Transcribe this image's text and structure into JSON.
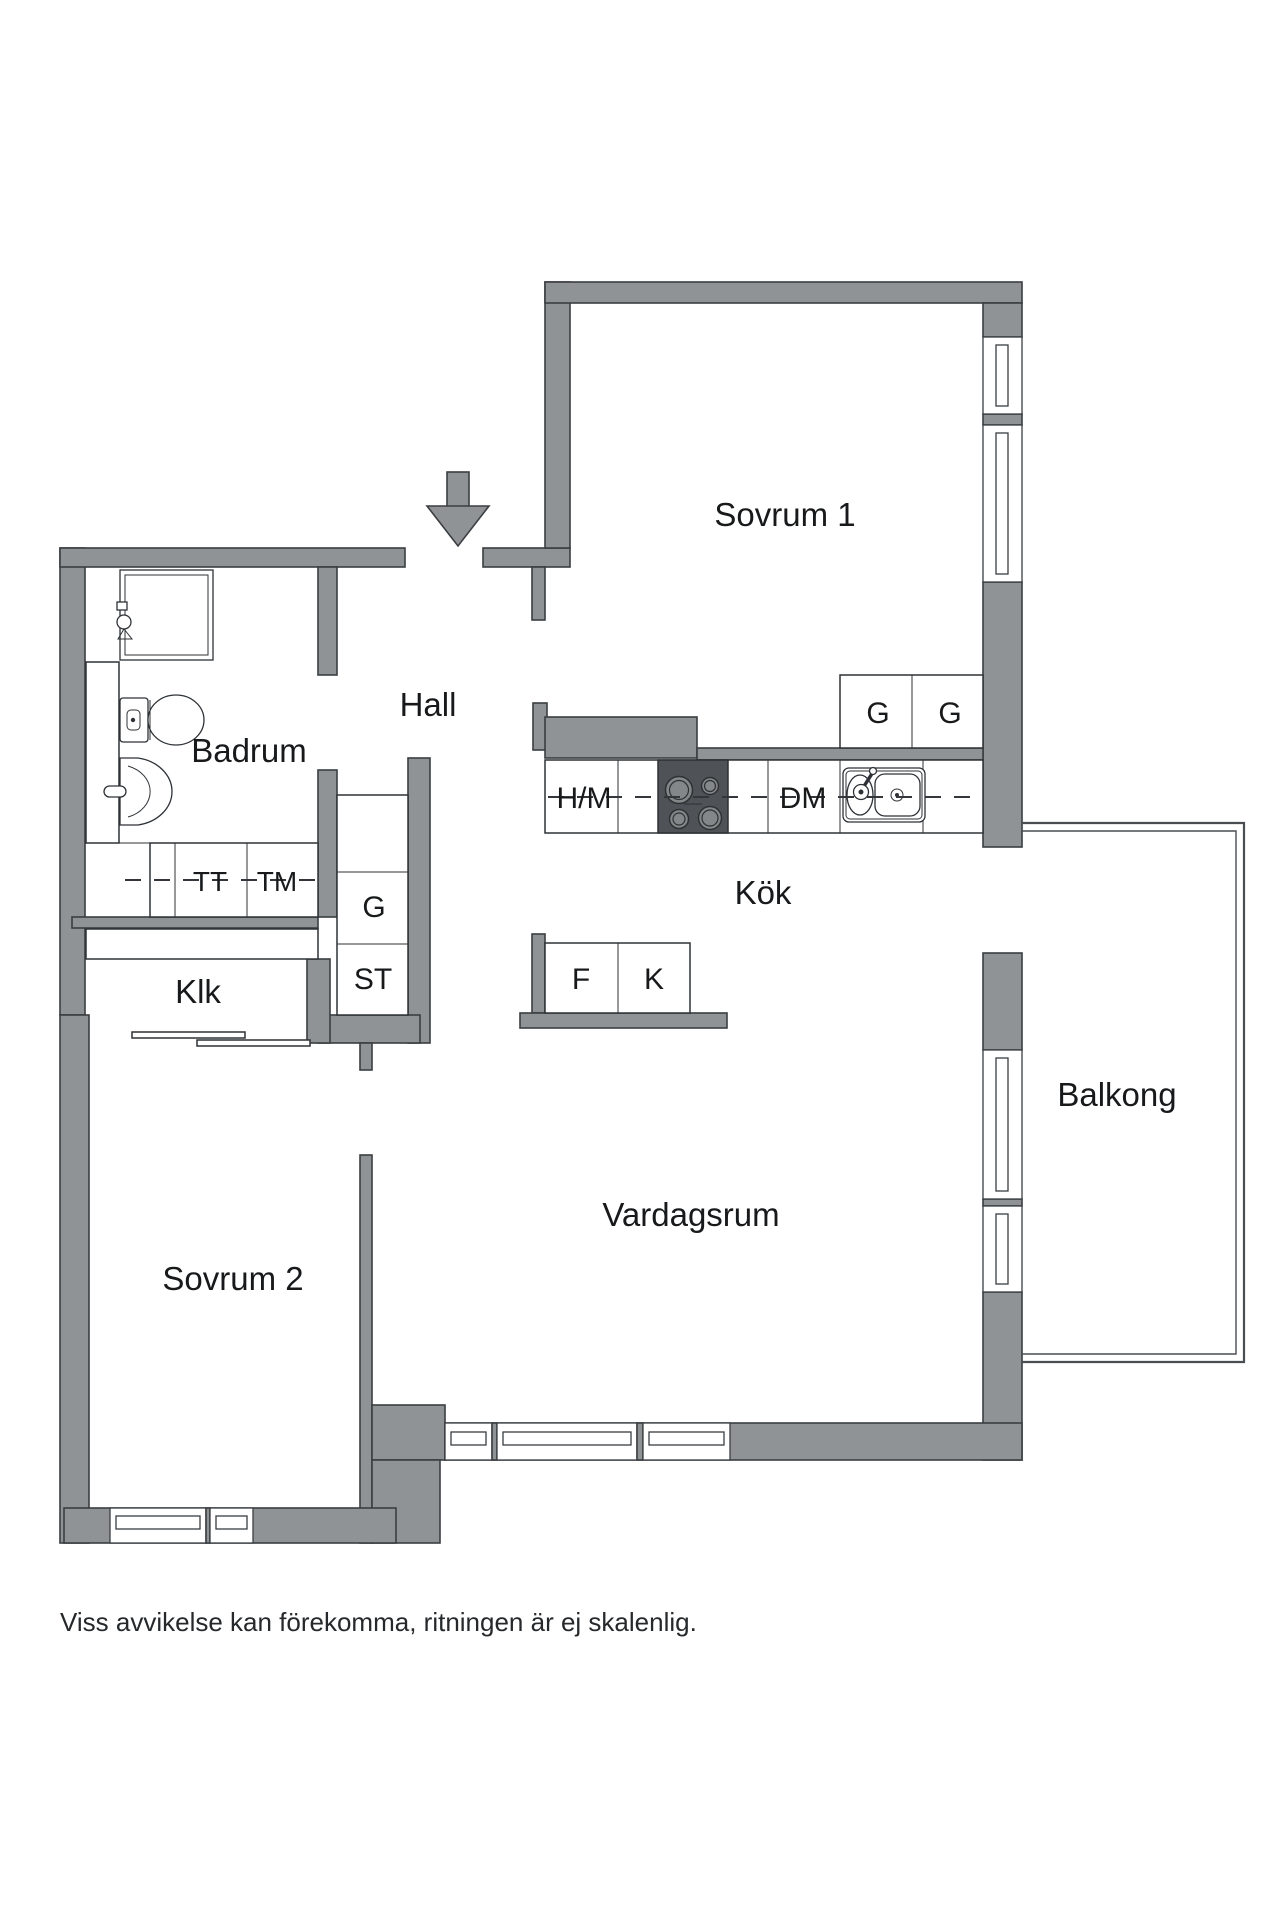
{
  "colors": {
    "background": "#ffffff",
    "wall_fill": "#909395",
    "wall_outline": "#3a3e42",
    "text": "#17191b",
    "stove_fill": "#4f5257",
    "burner_fill": "#84878a"
  },
  "rooms": {
    "sovrum1": "Sovrum 1",
    "hall": "Hall",
    "badrum": "Badrum",
    "kok": "Kök",
    "klk": "Klk",
    "sovrum2": "Sovrum 2",
    "vardagsrum": "Vardagsrum",
    "balkong": "Balkong"
  },
  "fixtures": {
    "hm": "H/M",
    "dm": "DM",
    "kitchen_cabinet_1": "G",
    "kitchen_cabinet_2": "G",
    "tt": "TT",
    "tm": "TM",
    "hall_cabinet": "G",
    "st": "ST",
    "f": "F",
    "k": "K"
  },
  "icons": {
    "entrance": "entrance-arrow-icon",
    "shower": "shower-icon",
    "toilet": "toilet-icon",
    "bathroom_sink": "bathroom-sink-icon",
    "stove": "stove-icon",
    "kitchen_sink": "kitchen-sink-icon"
  },
  "footer": {
    "disclaimer": "Viss avvikelse kan förekomma, ritningen är ej skalenlig."
  }
}
